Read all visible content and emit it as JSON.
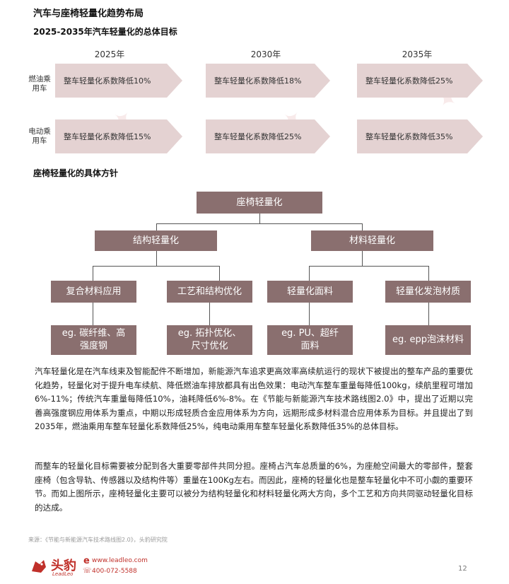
{
  "page": {
    "title": "汽车与座椅轻量化趋势布局",
    "section1_title": "2025-2035年汽车轻量化的总体目标",
    "section2_title": "座椅轻量化的具体方针"
  },
  "targets": {
    "years": [
      "2025年",
      "2030年",
      "2035年"
    ],
    "rows": [
      {
        "label": "燃油乘用车",
        "values": [
          "整车轻量化系数降低10%",
          "整车轻量化系数降低18%",
          "整车轻量化系数降低25%"
        ]
      },
      {
        "label": "电动乘用车",
        "values": [
          "整车轻量化系数降低15%",
          "整车轻量化系数降低25%",
          "整车轻量化系数降低35%"
        ]
      }
    ]
  },
  "tree": {
    "root": "座椅轻量化",
    "branches": [
      "结构轻量化",
      "材料轻量化"
    ],
    "leaves": [
      "复合材料应用",
      "工艺和结构优化",
      "轻量化面料",
      "轻量化发泡材质"
    ],
    "examples": [
      "eg. 碳纤维、高强度钢",
      "eg. 拓扑优化、尺寸优化",
      "eg. PU、超纤面料",
      "eg. epp泡沫材料"
    ]
  },
  "paragraphs": [
    "汽车轻量化是在汽车线束及智能配件不断增加，新能源汽车追求更高效率高续航运行的现状下被提出的整车产品的重要优化趋势，轻量化对于提升电车续航、降低燃油车排放都具有出色效果：电动汽车整车重量每降低100kg，续航里程可增加6%-11%；传统汽车重量每降低10%，油耗降低6%-8%。在《节能与新能源汽车技术路线图2.0》中，提出了近期以完善高强度钢应用体系为重点，中期以形成轻质合金应用体系为方向，远期形成多材料混合应用体系为目标。并且提出了到2035年，燃油乘用车整车轻量化系数降低25%，纯电动乘用车整车轻量化系数降低35%的总体目标。",
    "而整车的轻量化目标需要被分配到各大重要零部件共同分担。座椅占汽车总质量的6%，为座舱空间最大的零部件，整套座椅（包含导轨、传感器以及结构件等）重量在100Kg左右。而因此，座椅的轻量化也是整车轻量化中不可小觑的重要环节。而如上图所示，座椅轻量化主要可以被分为结构轻量化和材料轻量化两大方向，多个工艺和方向共同驱动轻量化目标的达成。"
  ],
  "footer": {
    "source": "来源：《节能与新能源汽车技术路线图2.0》，头豹研究院",
    "brand": "头豹",
    "brand_en": "LeadLeo",
    "website": "www.leadleo.com",
    "phone": "400-072-5588",
    "page_number": "12"
  },
  "colors": {
    "arrow_fill": "#e4d2d2",
    "box_fill": "#8a6f6f",
    "brand_red": "#c0302a"
  }
}
